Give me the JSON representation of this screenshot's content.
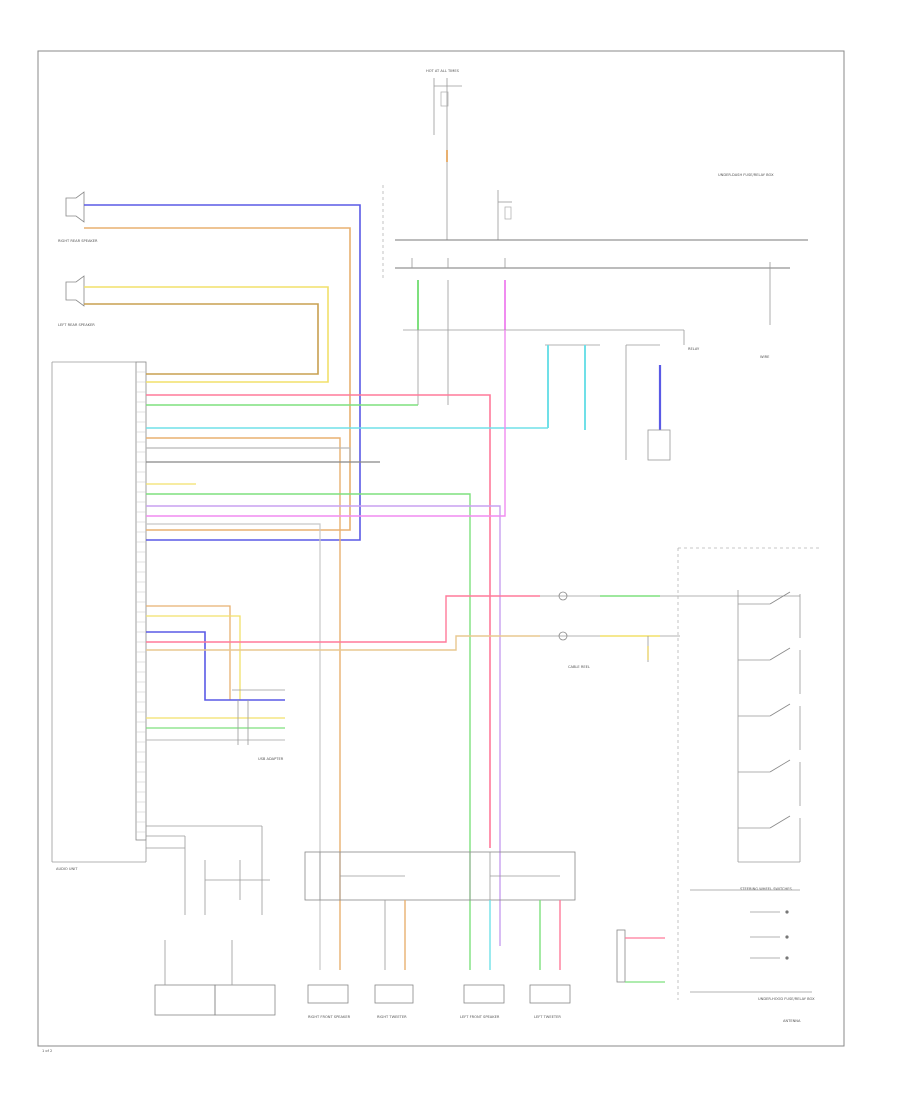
{
  "colors": {
    "blue": "#5a5ae6",
    "orange": "#e8b070",
    "yellow": "#f2e06a",
    "pink": "#ff7a9a",
    "green": "#7ee07e",
    "cyan": "#70e0e8",
    "violet": "#c8a0f0",
    "magenta": "#f08cf0",
    "gray": "#b8b8b8",
    "brown": "#c8a050",
    "frame": "#8a8a8a"
  },
  "labels": {
    "fuse_top": "HOT AT ALL TIMES",
    "fuse_block_top": "UNDER-DASH FUSE/RELAY BOX",
    "fuse_block_right": "UNDER-HOOD FUSE/RELAY BOX",
    "right_rear_speaker": "RIGHT REAR SPEAKER",
    "left_rear_speaker": "LEFT REAR SPEAKER",
    "audio_unit": "AUDIO UNIT",
    "steering_switch": "STEERING WHEEL SWITCHES",
    "cable_reel": "CABLE REEL",
    "right_tweeter": "RIGHT TWEETER",
    "left_tweeter": "LEFT TWEETER",
    "right_front_speaker": "RIGHT FRONT SPEAKER",
    "left_front_speaker": "LEFT FRONT SPEAKER",
    "usb_adapter": "USB ADAPTER",
    "antenna": "ANTENNA",
    "page_code": "1 of 2"
  }
}
